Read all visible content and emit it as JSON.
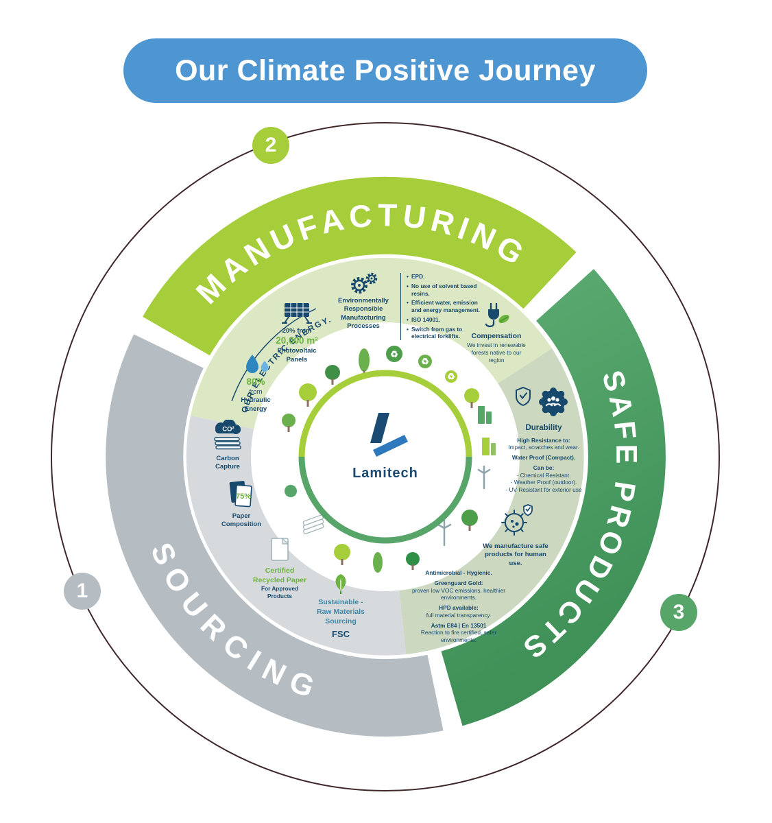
{
  "title": "Our Climate Positive Journey",
  "brand": "Lamitech",
  "icons": {
    "recycle": "♻"
  },
  "colors": {
    "banner_blue": "#4e96d2",
    "lime": "#a6cd3a",
    "green": "#55a46a",
    "gray": "#b5bcc2",
    "navy": "#17496d",
    "leaf_green": "#6cb33f",
    "steel_blue": "#3f87a6"
  },
  "ring": {
    "sourcing": {
      "label": "SOURCING",
      "badge": "1"
    },
    "manufacturing": {
      "label": "MANUFACTURING",
      "badge": "2"
    },
    "safe_products": {
      "label": "SAFE PRODUCTS",
      "badge": "3"
    }
  },
  "electric": {
    "arc_label": "OUR ELECTRIC ENERGY.",
    "solar": {
      "prefix": "20% from",
      "value": "20,000 m²",
      "caption_1": "Photovoltaic",
      "caption_2": "Panels"
    },
    "hydro": {
      "value": "80%",
      "prefix": "from",
      "caption_1": "Hydraulic",
      "caption_2": "Energy"
    }
  },
  "manufacturing": {
    "processes": [
      "Environmentally",
      "Responsible",
      "Manufacturing",
      "Processes"
    ],
    "bullets": [
      "EPD.",
      "No use of solvent based resins.",
      "Efficient water, emission and energy management.",
      "ISO 14001.",
      "Switch from gas to electrical forklifts."
    ],
    "compensation": {
      "title": "Compensation",
      "body": "We invest in renewable forests native to our region"
    }
  },
  "safe_products": {
    "durability": {
      "title": "Durability",
      "lines": [
        "High Resistance to:",
        "Impact, scratches and wear.",
        "Water Proof (Compact).",
        "Can be:",
        "- Chemical Resistant.",
        "- Weather Proof (outdoor).",
        "- UV Resistant for exterior use"
      ]
    },
    "human": "We manufacture safe products for human use.",
    "certifications": [
      {
        "head": "Antimicrobial - Hygienic.",
        "body": ""
      },
      {
        "head": "Greenguard Gold:",
        "body": "proven low VOC emissions, healthier environments."
      },
      {
        "head": "HPD available:",
        "body": "full material transparency."
      },
      {
        "head": "Astm E84 | En 13501",
        "body": "Reaction to fire certified, safer environments."
      }
    ]
  },
  "sourcing": {
    "carbon": {
      "tag": "CO²",
      "label_1": "Carbon",
      "label_2": "Capture"
    },
    "paper": {
      "pct": "75%",
      "label_1": "Paper",
      "label_2": "Composition"
    },
    "recycled": {
      "title_1": "Certified",
      "title_2": "Recycled Paper",
      "sub_1": "For Approved",
      "sub_2": "Products"
    },
    "fsc": {
      "line_1": "Sustainable -",
      "line_2": "Raw Materials",
      "line_3": "Sourcing",
      "cert": "FSC"
    }
  }
}
